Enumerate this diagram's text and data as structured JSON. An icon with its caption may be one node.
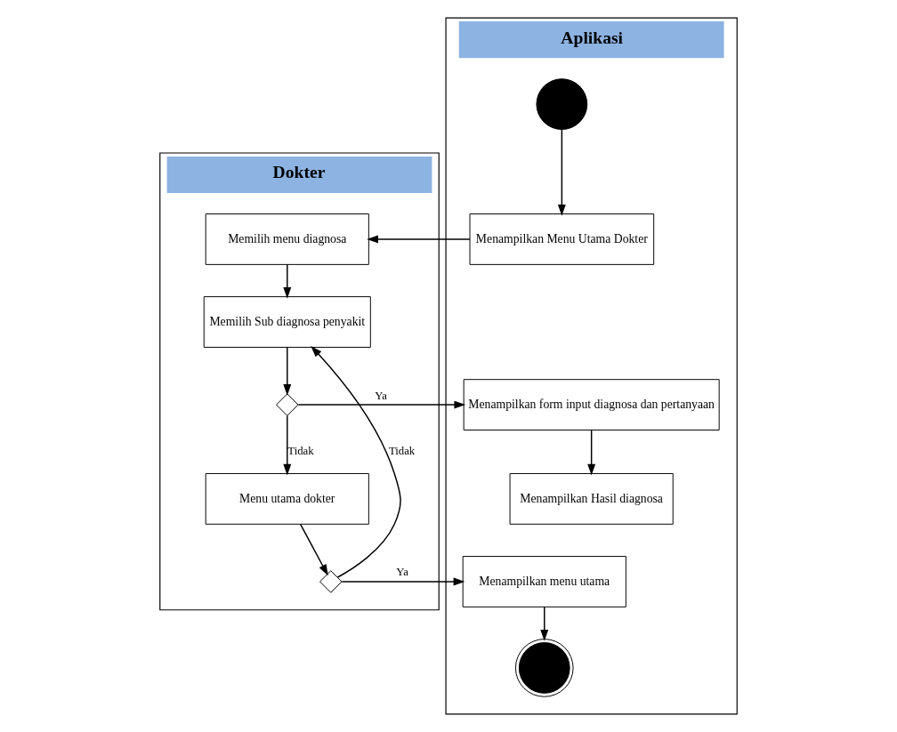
{
  "diagram": {
    "nodes": [
      {
        "text": [
          "Dokter"
        ]
      },
      {
        "text": [
          "Aplikasi"
        ]
      },
      {
        "text": [],
        "shape": "circle",
        "in": 1
      },
      {
        "text": [
          "Menampilkan Menu Utama Dokter"
        ],
        "in": 1
      },
      {
        "text": [
          "Memilih menu diagnosa"
        ],
        "in": 0
      },
      {
        "text": [
          "Memilih Sub diagnosa penyakit"
        ],
        "in": 0
      },
      {
        "text": [],
        "shape": "diamond",
        "in": 0
      },
      {
        "text": [
          "Menampilkan form input diagnosa dan pertanyaan"
        ],
        "in": 1
      },
      {
        "text": [
          "Menu utama dokter"
        ],
        "in": 0
      },
      {
        "text": [
          "Menampilkan Hasil diagnosa"
        ],
        "in": 1
      },
      {
        "text": [],
        "shape": "diamond",
        "in": 0
      },
      {
        "text": [
          "Menampilkan menu utama"
        ],
        "in": 1
      },
      {
        "text": [],
        "shape": "bullseye",
        "in": 1
      }
    ],
    "edges": [
      {
        "from": 2,
        "to": 3,
        "arrow": "to"
      },
      {
        "from": 3,
        "to": 4,
        "arrow": "to"
      },
      {
        "from": 4,
        "to": 5,
        "arrow": "to"
      },
      {
        "from": 5,
        "to": 6,
        "arrow": "to"
      },
      {
        "from": 6,
        "to": 7,
        "arrow": "to",
        "label": "Ya"
      },
      {
        "from": 6,
        "to": 8,
        "arrow": "to",
        "label": "Tidak"
      },
      {
        "from": 7,
        "to": 9,
        "arrow": "to"
      },
      {
        "from": 8,
        "to": 10,
        "arrow": "to"
      },
      {
        "from": 10,
        "to": 11,
        "arrow": "to",
        "label": "Ya"
      },
      {
        "from": 10,
        "to": 5,
        "arrow": "to",
        "label": "Tidak"
      },
      {
        "from": 11,
        "to": 12,
        "arrow": "to"
      }
    ]
  }
}
